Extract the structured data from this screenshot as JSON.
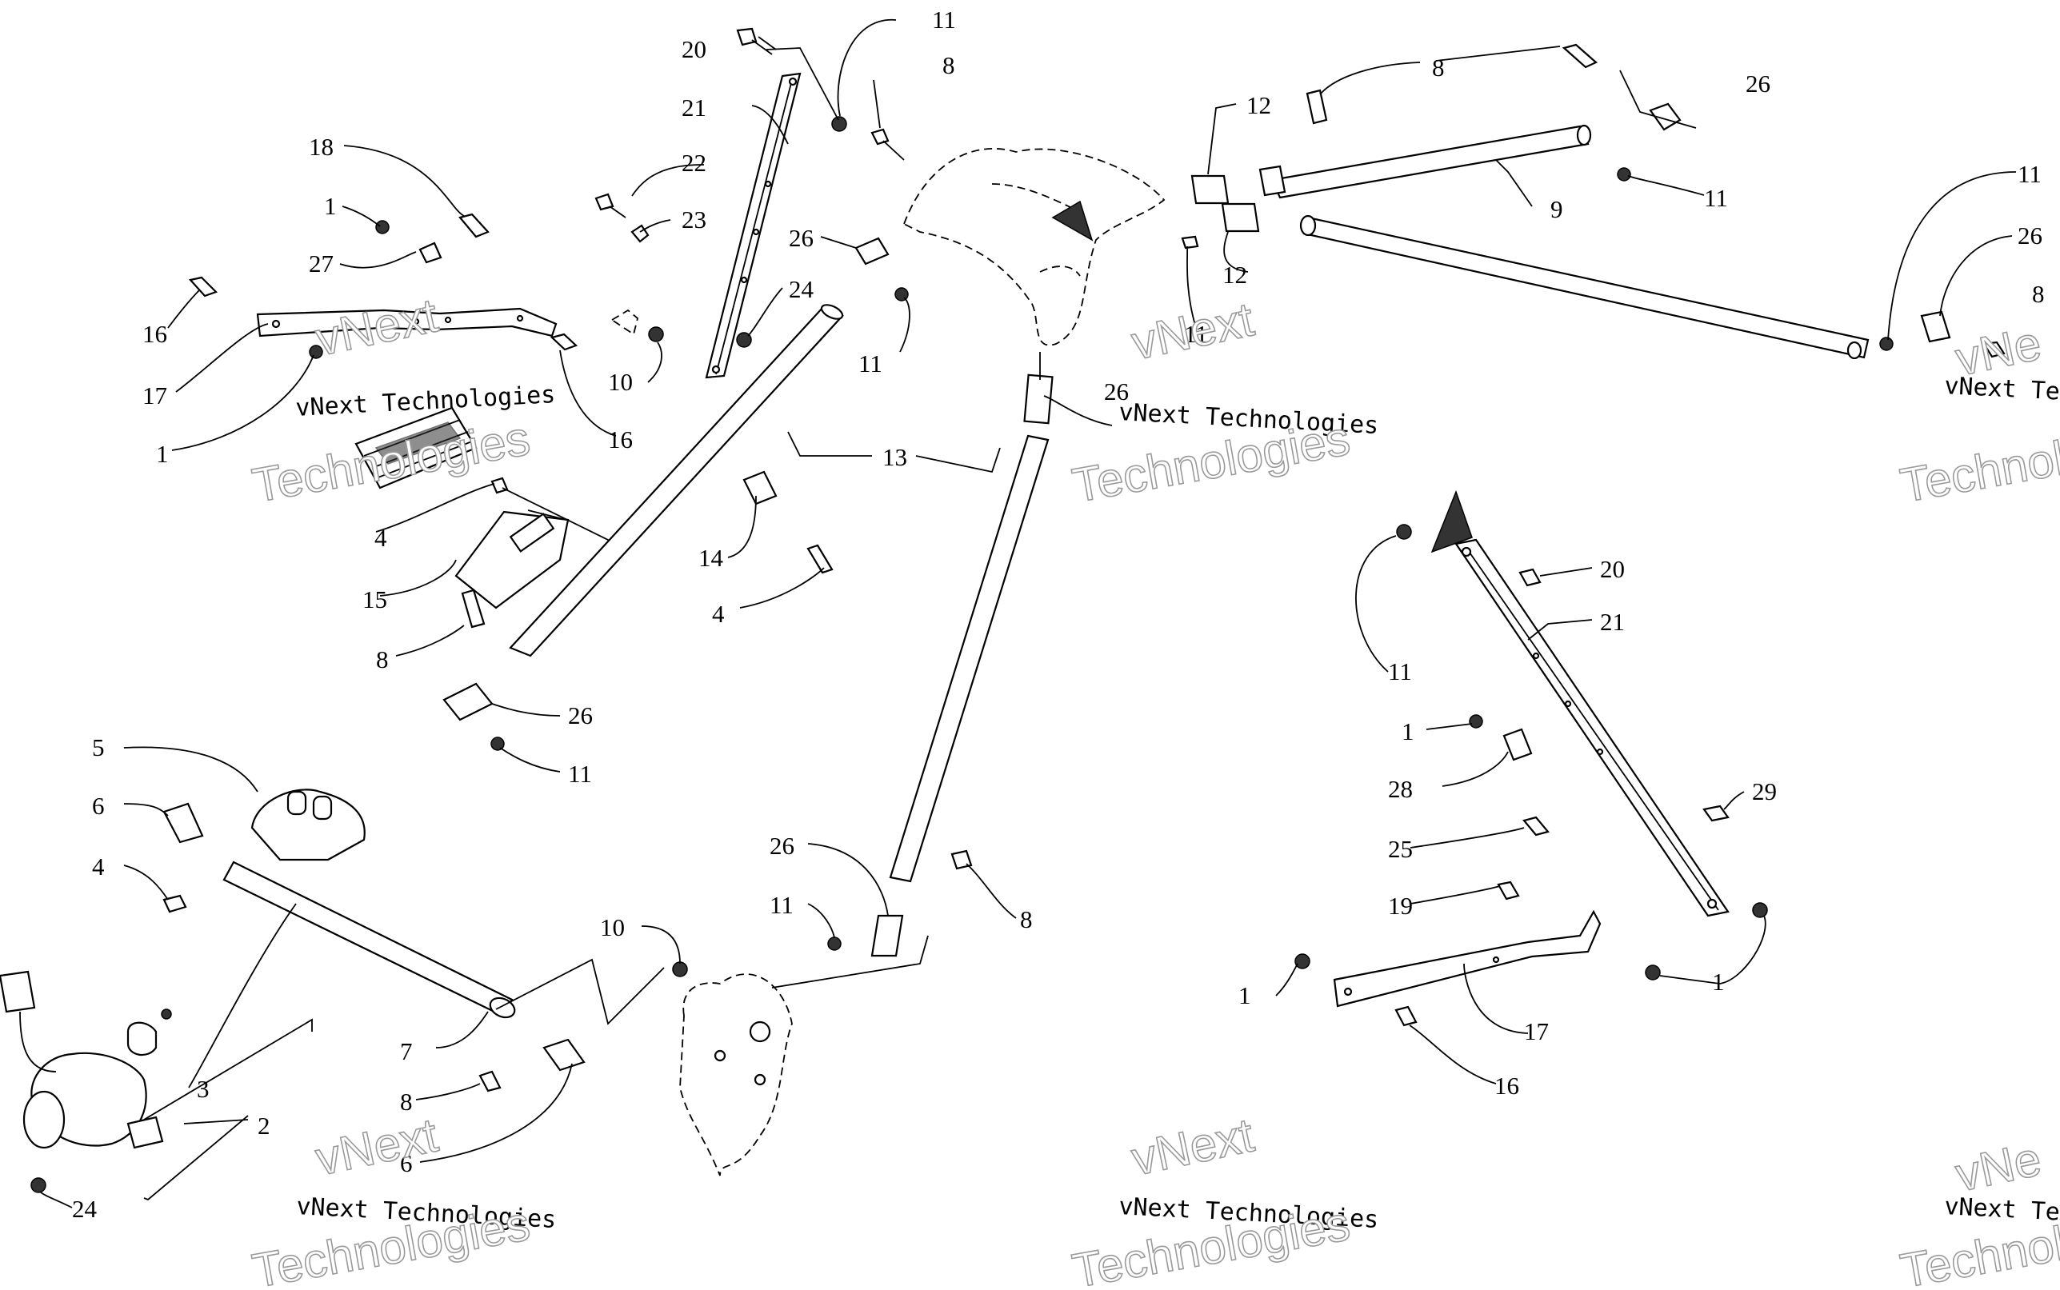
{
  "watermarks": [
    {
      "id": "wm1",
      "line1": "vNext Technologies",
      "line2": "Technologies",
      "big": "vNext"
    },
    {
      "id": "wm2",
      "line1": "vNext Technologies",
      "line2": "Technologies",
      "big": "vNext"
    },
    {
      "id": "wm3",
      "line1": "vNext Tec",
      "line2": "Technol",
      "big": "vNe"
    },
    {
      "id": "wm4",
      "line1": "vNext Technologies",
      "line2": "Technologies",
      "big": "vNext"
    },
    {
      "id": "wm5",
      "line1": "vNext Technologies",
      "line2": "Technologies",
      "big": "vNext"
    },
    {
      "id": "wm6",
      "line1": "vNext Tec",
      "line2": "Technol",
      "big": "vNe"
    }
  ],
  "callouts": [
    {
      "id": "c20a",
      "text": "20"
    },
    {
      "id": "c11a",
      "text": "11"
    },
    {
      "id": "c8a",
      "text": "8"
    },
    {
      "id": "c21a",
      "text": "21"
    },
    {
      "id": "c18",
      "text": "18"
    },
    {
      "id": "c22",
      "text": "22"
    },
    {
      "id": "c1a",
      "text": "1"
    },
    {
      "id": "c23",
      "text": "23"
    },
    {
      "id": "c27",
      "text": "27"
    },
    {
      "id": "c26a",
      "text": "26"
    },
    {
      "id": "c24a",
      "text": "24"
    },
    {
      "id": "c16a",
      "text": "16"
    },
    {
      "id": "c10a",
      "text": "10"
    },
    {
      "id": "c17a",
      "text": "17"
    },
    {
      "id": "c16b",
      "text": "16"
    },
    {
      "id": "c1b",
      "text": "1"
    },
    {
      "id": "c11b",
      "text": "11"
    },
    {
      "id": "c12a",
      "text": "12"
    },
    {
      "id": "c8b",
      "text": "8"
    },
    {
      "id": "c26b",
      "text": "26"
    },
    {
      "id": "c11c",
      "text": "11"
    },
    {
      "id": "c9",
      "text": "9"
    },
    {
      "id": "c12b",
      "text": "12"
    },
    {
      "id": "c11d",
      "text": "11"
    },
    {
      "id": "c11e",
      "text": "11"
    },
    {
      "id": "c26c",
      "text": "26"
    },
    {
      "id": "c8c",
      "text": "8"
    },
    {
      "id": "c26d",
      "text": "26"
    },
    {
      "id": "c13",
      "text": "13"
    },
    {
      "id": "c4a",
      "text": "4"
    },
    {
      "id": "c14",
      "text": "14"
    },
    {
      "id": "c15",
      "text": "15"
    },
    {
      "id": "c4b",
      "text": "4"
    },
    {
      "id": "c8d",
      "text": "8"
    },
    {
      "id": "c26e",
      "text": "26"
    },
    {
      "id": "c11f",
      "text": "11"
    },
    {
      "id": "c20b",
      "text": "20"
    },
    {
      "id": "c21b",
      "text": "21"
    },
    {
      "id": "c11g",
      "text": "11"
    },
    {
      "id": "c1c",
      "text": "1"
    },
    {
      "id": "c28",
      "text": "28"
    },
    {
      "id": "c29",
      "text": "29"
    },
    {
      "id": "c5",
      "text": "5"
    },
    {
      "id": "c6a",
      "text": "6"
    },
    {
      "id": "c4c",
      "text": "4"
    },
    {
      "id": "c26f",
      "text": "26"
    },
    {
      "id": "c11h",
      "text": "11"
    },
    {
      "id": "c8e",
      "text": "8"
    },
    {
      "id": "c10b",
      "text": "10"
    },
    {
      "id": "c25",
      "text": "25"
    },
    {
      "id": "c19",
      "text": "19"
    },
    {
      "id": "c1d",
      "text": "1"
    },
    {
      "id": "c1e",
      "text": "1"
    },
    {
      "id": "c17b",
      "text": "17"
    },
    {
      "id": "c16c",
      "text": "16"
    },
    {
      "id": "c3",
      "text": "3"
    },
    {
      "id": "c7",
      "text": "7"
    },
    {
      "id": "c2",
      "text": "2"
    },
    {
      "id": "c8f",
      "text": "8"
    },
    {
      "id": "c6b",
      "text": "6"
    },
    {
      "id": "c24b",
      "text": "24"
    }
  ]
}
